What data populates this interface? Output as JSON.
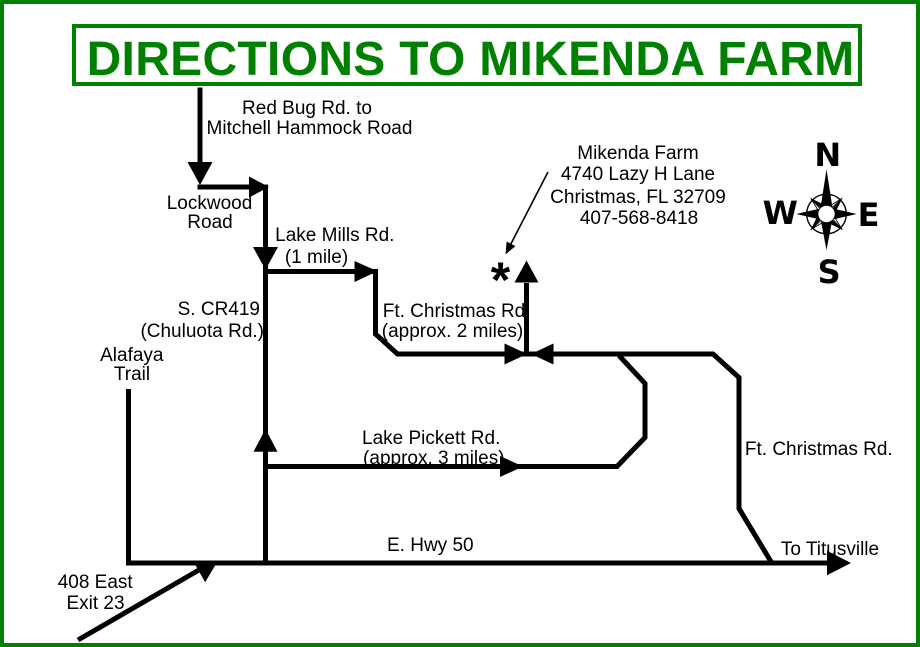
{
  "colors": {
    "accent_green": "#008000",
    "road_black": "#000000",
    "background": "#ffffff"
  },
  "title": {
    "text": "DIRECTIONS TO MIKENDA FARM"
  },
  "farm_info": {
    "name": "Mikenda Farm",
    "address": "4740 Lazy H Lane",
    "city_state_zip": "Christmas, FL 32709",
    "phone": "407-568-8418",
    "marker": "*"
  },
  "compass": {
    "north": "N",
    "west": "W",
    "east": "E",
    "south": "S"
  },
  "road_labels": {
    "red_bug": {
      "line1": "Red Bug Rd. to",
      "line2": "Mitchell Hammock Road"
    },
    "lockwood": {
      "line1": "Lockwood",
      "line2": "Road"
    },
    "lake_mills": {
      "line1": "Lake Mills Rd.",
      "line2": "(1 mile)"
    },
    "cr419": {
      "line1": "S. CR419",
      "line2": "(Chuluota Rd.)"
    },
    "alafaya": {
      "line1": "Alafaya",
      "line2": "Trail"
    },
    "ft_christmas_approach": {
      "line1": "Ft. Christmas Rd",
      "line2": "(approx. 2 miles)"
    },
    "lake_pickett": {
      "line1": "Lake Pickett Rd.",
      "line2": "(approx. 3 miles)"
    },
    "e_hwy_50": {
      "text": "E. Hwy 50"
    },
    "to_titusville": {
      "text": "To Titusville"
    },
    "ft_christmas_east": {
      "text": "Ft. Christmas Rd."
    },
    "exit_408": {
      "line1": "408 East",
      "line2": "Exit 23"
    }
  }
}
